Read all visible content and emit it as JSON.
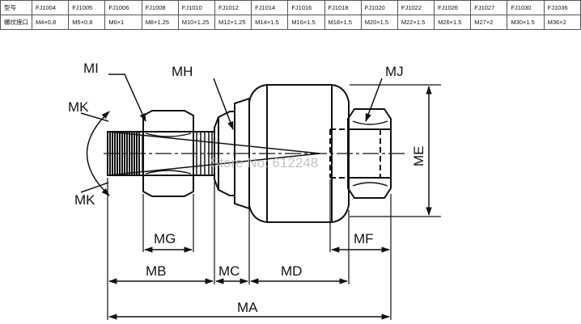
{
  "table": {
    "row_labels": [
      "型号",
      "螺纹接口"
    ],
    "models": [
      "FJ1004",
      "FJ1005",
      "FJ1006",
      "FJ1008",
      "FJ1010",
      "FJ1012",
      "FJ1014",
      "FJ1016",
      "FJ1018",
      "FJ1020",
      "FJ1022",
      "FJ1026",
      "FJ1027",
      "FJ1030",
      "FJ1036"
    ],
    "threads": [
      "M4×0.8",
      "M5×0.8",
      "M6×1",
      "M8×1.25",
      "M10×1.25",
      "M12×1.25",
      "M14×1.5",
      "M16×1.5",
      "M18×1.5",
      "M20×1.5",
      "M22×1.5",
      "M26×1.5",
      "M27×2",
      "M30×1.5",
      "M36×2"
    ]
  },
  "diagram": {
    "labels": {
      "mi": "MI",
      "mh": "MH",
      "mj": "MJ",
      "mk_top": "MK",
      "mk_bottom": "MK",
      "me": "ME",
      "mg": "MG",
      "mf": "MF",
      "mb": "MB",
      "mc": "MC",
      "md": "MD",
      "ma": "MA"
    },
    "watermark": "Store No: 612248"
  }
}
